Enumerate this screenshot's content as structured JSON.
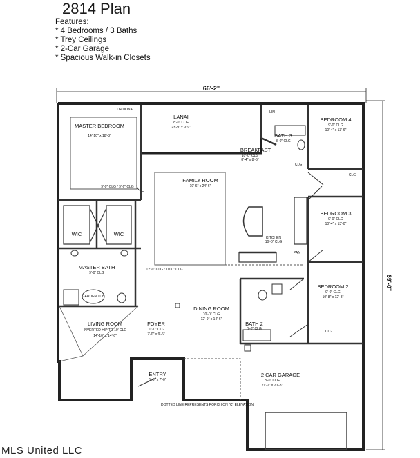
{
  "header": {
    "title": "2814 Plan",
    "features_heading": "Features:",
    "features": [
      "* 4 Bedrooms / 3 Baths",
      "* Trey Ceilings",
      "* 2-Car Garage",
      "* Spacious Walk-in Closets"
    ]
  },
  "dimensions": {
    "width": "66'-2\"",
    "depth": "69'-0\""
  },
  "rooms": {
    "master_bedroom": {
      "name": "MASTER BEDROOM",
      "size": "14'-10\" x 18'-3\"",
      "note": "9'-0\" CLG / 9'-6\" CLG"
    },
    "lanai": {
      "name": "LANAI",
      "clg": "8'-0\" CLG",
      "size": "23'-9\" x 9'-9\""
    },
    "bath3": {
      "name": "BATH 3",
      "clg": "8'-0\" CLG"
    },
    "bedroom4": {
      "name": "BEDROOM 4",
      "clg": "9'-0\" CLG",
      "size": "10'-4\" x 13'-6\""
    },
    "breakfast": {
      "name": "BREAKFAST",
      "clg": "10'-0\" CLG",
      "size": "8'-4\" x 8'-6\""
    },
    "family_room": {
      "name": "FAMILY ROOM",
      "size": "19'-6\" x 24'-6\""
    },
    "bedroom3": {
      "name": "BEDROOM 3",
      "clg": "9'-0\" CLG",
      "size": "10'-4\" x 13'-0\""
    },
    "kitchen": {
      "name": "KITCHEN",
      "clg": "10'-0\" CLG"
    },
    "wic": "WIC",
    "master_bath": {
      "name": "MASTER BATH",
      "clg": "9'-0\" CLG"
    },
    "bedroom2": {
      "name": "BEDROOM 2",
      "clg": "9'-0\" CLG",
      "size": "10'-8\" x 12'-8\""
    },
    "dining_room": {
      "name": "DINING ROOM",
      "clg": "10'-0\" CLG",
      "size": "12'-9\" x 14'-6\""
    },
    "living_room": {
      "name": "LIVING ROOM",
      "note": "INVERTED HIP TO 10' CLG",
      "size": "14'-10\" x 14'-6\""
    },
    "foyer": {
      "name": "FOYER",
      "clg": "10'-0\" CLG",
      "size": "7'-0\" x 9'-6\""
    },
    "bath2": {
      "name": "BATH 2",
      "clg": "8'-0\" CLG"
    },
    "entry": {
      "name": "ENTRY",
      "size": "5'-0\" x 7'-0\""
    },
    "garage": {
      "name": "2 CAR GARAGE",
      "clg": "8'-0\" CLG",
      "size": "21'-2\" x 20'-8\""
    },
    "family_clg": "12'-0\" CLG / 10'-0\" CLG",
    "lin": "LIN",
    "clg": "CLG",
    "pan": "PAN",
    "optional": "OPTIONAL",
    "garden_tub": "GARDEN TUB"
  },
  "porch_note": "DOTTED LINE REPRESENTS PORCH ON \"C\" ELEVATION",
  "watermark": "MLS United LLC"
}
